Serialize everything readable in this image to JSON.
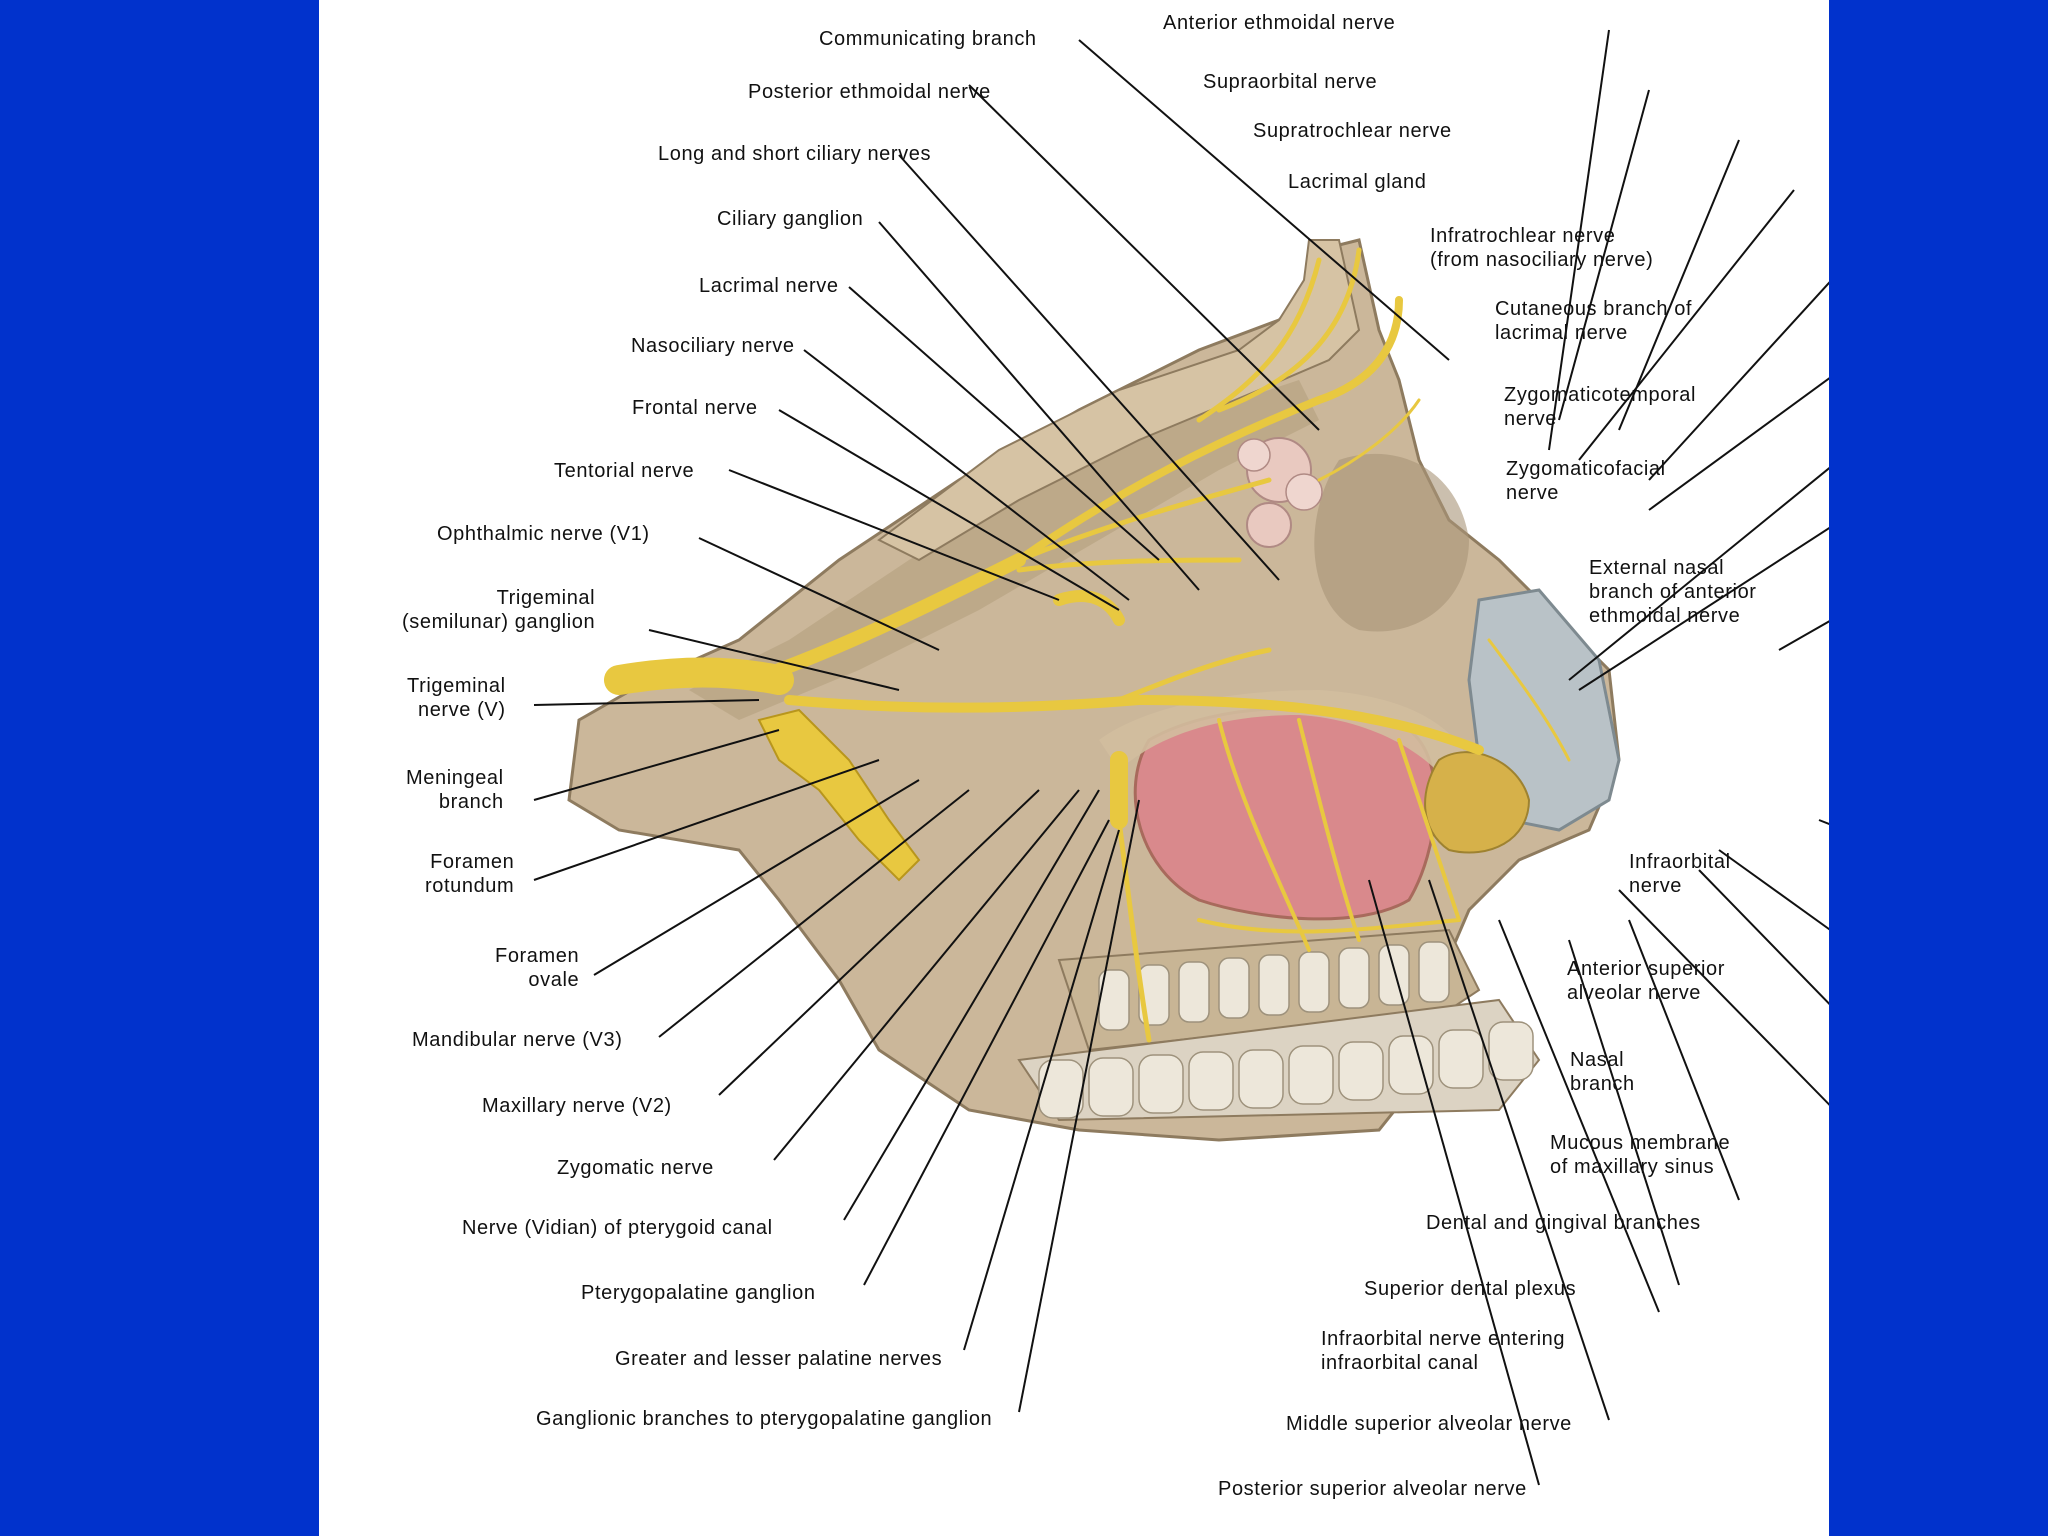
{
  "colors": {
    "side_panels": "#0132CC",
    "panel": "#FFFFFF",
    "nerve": "#E8C840",
    "nerve_edge": "#B8961C",
    "bone": "#CBB79A",
    "bone_dark": "#A99478",
    "sinus": "#D9898C",
    "gland": "#E9C9C0",
    "cartilage": "#B9C2C7",
    "teeth": "#EDE7DA",
    "text": "#111111",
    "leader": "#111111"
  },
  "labels_left": {
    "communicating_branch": [
      "Communicating branch"
    ],
    "posterior_ethmoidal_nerve": [
      "Posterior ethmoidal nerve"
    ],
    "long_short_ciliary_nerves": [
      "Long and short ciliary nerves"
    ],
    "ciliary_ganglion": [
      "Ciliary ganglion"
    ],
    "lacrimal_nerve": [
      "Lacrimal nerve"
    ],
    "nasociliary_nerve": [
      "Nasociliary nerve"
    ],
    "frontal_nerve": [
      "Frontal nerve"
    ],
    "tentorial_nerve": [
      "Tentorial nerve"
    ],
    "ophthalmic_nerve": [
      "Ophthalmic nerve (V1)"
    ],
    "trigeminal_ganglion": [
      "Trigeminal",
      "(semilunar) ganglion"
    ],
    "trigeminal_nerve": [
      "Trigeminal",
      "nerve (V)"
    ],
    "meningeal_branch": [
      "Meningeal",
      "branch"
    ],
    "foramen_rotundum": [
      "Foramen",
      "rotundum"
    ],
    "foramen_ovale": [
      "Foramen",
      "ovale"
    ],
    "mandibular_nerve": [
      "Mandibular nerve (V3)"
    ],
    "maxillary_nerve": [
      "Maxillary nerve (V2)"
    ],
    "zygomatic_nerve": [
      "Zygomatic nerve"
    ],
    "vidian_nerve": [
      "Nerve (Vidian) of pterygoid canal"
    ],
    "pterygopalatine_ganglion": [
      "Pterygopalatine ganglion"
    ],
    "palatine_nerves": [
      "Greater and lesser palatine nerves"
    ],
    "ganglionic_branches": [
      "Ganglionic branches to pterygopalatine ganglion"
    ]
  },
  "labels_right": {
    "anterior_ethmoidal_nerve": [
      "Anterior ethmoidal nerve"
    ],
    "supraorbital_nerve": [
      "Supraorbital nerve"
    ],
    "supratrochlear_nerve": [
      "Supratrochlear nerve"
    ],
    "lacrimal_gland": [
      "Lacrimal gland"
    ],
    "infratrochlear_nerve": [
      "Infratrochlear nerve",
      "(from nasociliary nerve)"
    ],
    "cutaneous_branch": [
      "Cutaneous branch of",
      "lacrimal nerve"
    ],
    "zygomaticotemporal_nerve": [
      "Zygomaticotemporal",
      "nerve"
    ],
    "zygomaticofacial_nerve": [
      "Zygomaticofacial",
      "nerve"
    ],
    "external_nasal_branch": [
      "External nasal",
      "branch of anterior",
      "ethmoidal nerve"
    ],
    "infraorbital_nerve": [
      "Infraorbital",
      "nerve"
    ],
    "anterior_superior_alveolar": [
      "Anterior superior",
      "alveolar nerve"
    ],
    "nasal_branch": [
      "Nasal",
      "branch"
    ],
    "mucous_membrane": [
      "Mucous membrane",
      "of maxillary sinus"
    ],
    "dental_gingival_branches": [
      "Dental and gingival branches"
    ],
    "superior_dental_plexus": [
      "Superior dental plexus"
    ],
    "infraorbital_canal": [
      "Infraorbital nerve entering",
      "infraorbital canal"
    ],
    "middle_superior_alveolar": [
      "Middle superior alveolar nerve"
    ],
    "posterior_superior_alveolar": [
      "Posterior superior alveolar nerve"
    ]
  }
}
